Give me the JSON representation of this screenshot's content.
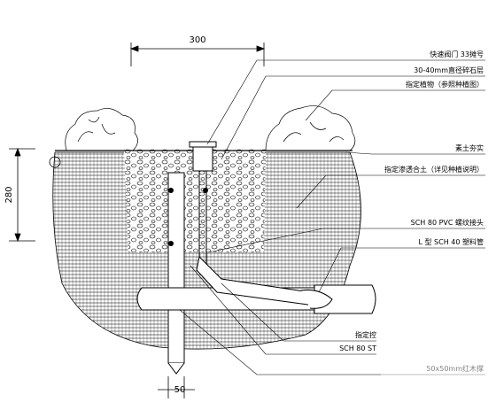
{
  "dimensions": {
    "top_width": "300",
    "left_height": "280",
    "bottom_width": "50"
  },
  "labels": [
    "快速阀门 33摊号",
    "30-40mm直径碎石层",
    "指定植物（参照种植图）",
    "素土夯实",
    "指定渗透合土（详见种植说明）",
    "SCH 80 PVC 螺纹接头",
    "L 型 SCH 40 塑料管",
    "指定控",
    "SCH 80 ST",
    "50x50mm红木撑"
  ],
  "colors": {
    "line": "#000000",
    "background": "#ffffff"
  }
}
